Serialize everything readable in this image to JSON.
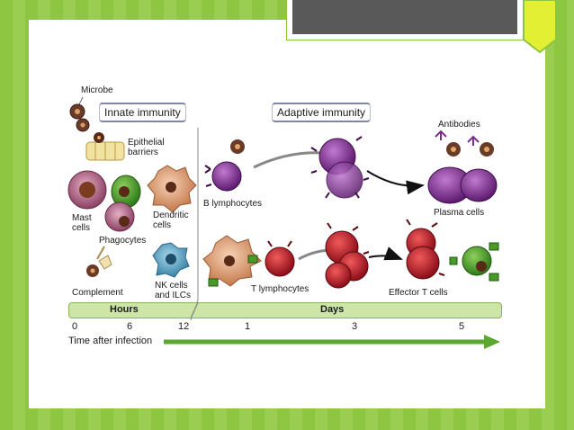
{
  "slide": {
    "title_bar_color": "#595959",
    "accent_color": "#8cc63f"
  },
  "diagram": {
    "headers": {
      "innate": "Innate immunity",
      "adaptive": "Adaptive immunity"
    },
    "labels": {
      "microbe": "Microbe",
      "epithelial_1": "Epithelial",
      "epithelial_2": "barriers",
      "mast_1": "Mast",
      "mast_2": "cells",
      "phagocytes": "Phagocytes",
      "dendritic_1": "Dendritic",
      "dendritic_2": "cells",
      "complement": "Complement",
      "nk_1": "NK cells",
      "nk_2": "and ILCs",
      "b_lymph": "B lymphocytes",
      "t_lymph": "T lymphocytes",
      "antibodies": "Antibodies",
      "plasma": "Plasma cells",
      "effector": "Effector T cells"
    },
    "timeline": {
      "hours_label": "Hours",
      "days_label": "Days",
      "ticks": [
        "0",
        "6",
        "12",
        "1",
        "3",
        "5"
      ],
      "axis_label": "Time after infection"
    },
    "colors": {
      "b_cell": "#7b2c8c",
      "t_cell": "#c8202e",
      "macrophage_green": "#4a9a2a",
      "timebar_fill": "#cde6a8",
      "arrow_green": "#5aa830"
    }
  }
}
